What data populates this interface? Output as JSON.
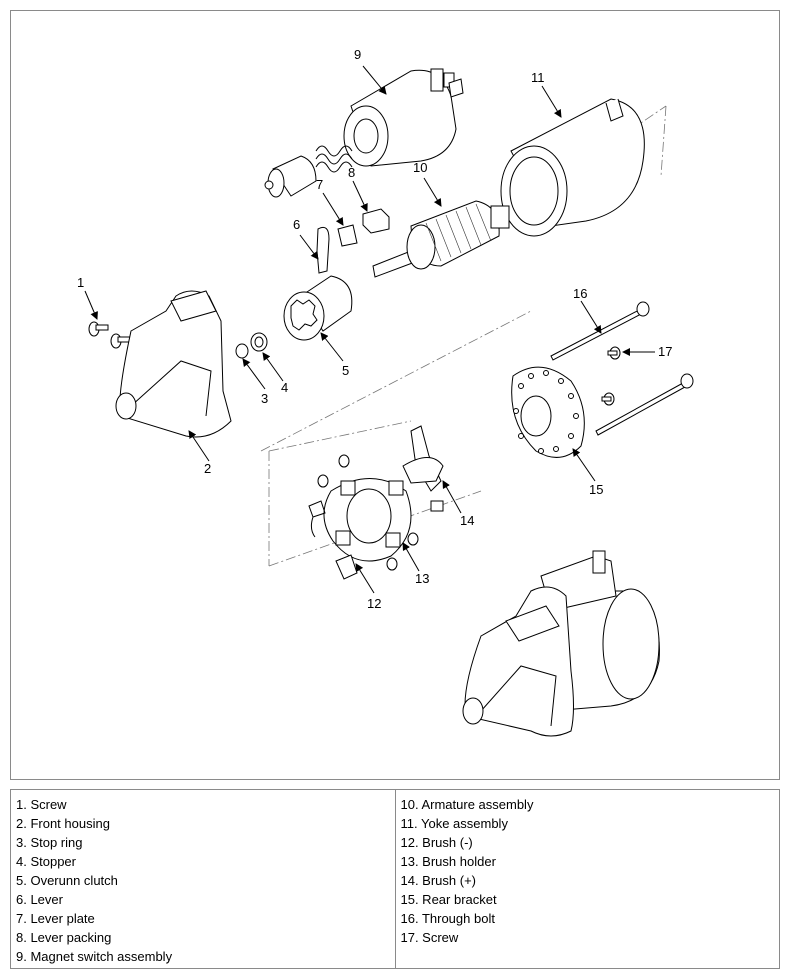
{
  "diagram": {
    "callouts": [
      {
        "id": "1",
        "text": "1"
      },
      {
        "id": "2",
        "text": "2"
      },
      {
        "id": "3",
        "text": "3"
      },
      {
        "id": "4",
        "text": "4"
      },
      {
        "id": "5",
        "text": "5"
      },
      {
        "id": "6",
        "text": "6"
      },
      {
        "id": "7",
        "text": "7"
      },
      {
        "id": "8",
        "text": "8"
      },
      {
        "id": "9",
        "text": "9"
      },
      {
        "id": "10",
        "text": "10"
      },
      {
        "id": "11",
        "text": "11"
      },
      {
        "id": "12",
        "text": "12"
      },
      {
        "id": "13",
        "text": "13"
      },
      {
        "id": "14",
        "text": "14"
      },
      {
        "id": "15",
        "text": "15"
      },
      {
        "id": "16",
        "text": "16"
      },
      {
        "id": "17",
        "text": "17"
      }
    ]
  },
  "legend": {
    "left": [
      "1. Screw",
      "2. Front housing",
      "3. Stop ring",
      "4. Stopper",
      "5. Overunn clutch",
      "6. Lever",
      "7. Lever plate",
      "8. Lever packing",
      "9. Magnet switch assembly"
    ],
    "right": [
      "10. Armature assembly",
      "11. Yoke assembly",
      "12. Brush (-)",
      "13. Brush holder",
      "14. Brush (+)",
      "15. Rear bracket",
      "16. Through bolt",
      "17. Screw"
    ]
  }
}
